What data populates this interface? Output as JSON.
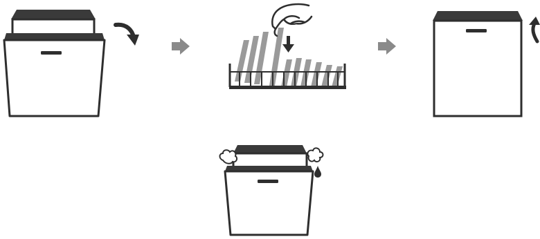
{
  "diagram": {
    "steps": [
      {
        "name": "open-door"
      },
      {
        "name": "load-plates"
      },
      {
        "name": "close-door"
      },
      {
        "name": "steam-release"
      }
    ],
    "colors": {
      "outline": "#2e2e2e",
      "dark": "#3a3a3a",
      "arrow_grey": "#8a8a8a",
      "plate_grey": "#9a9a9a",
      "background": "#ffffff"
    }
  }
}
